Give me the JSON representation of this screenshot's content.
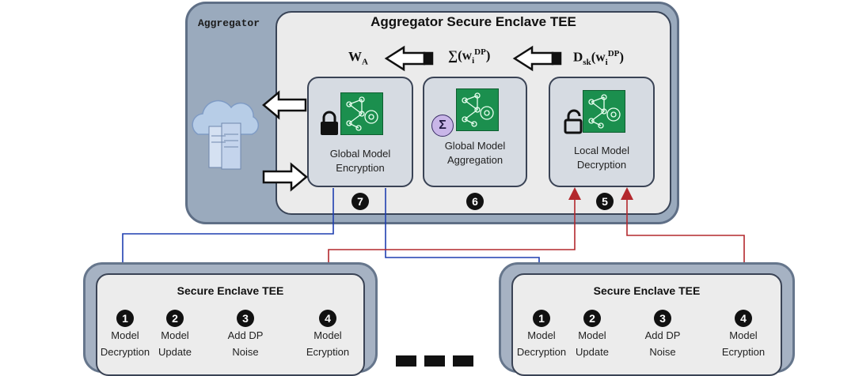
{
  "aggregator": {
    "label": "Aggregator",
    "enclave_title": "Aggregator Secure Enclave TEE",
    "formula_weights": {
      "main": "W",
      "sub": "A"
    },
    "formula_sum": {
      "prefix": "∑(w",
      "sub": "i",
      "sup": "DP",
      "suffix": ")"
    },
    "formula_decrypt": {
      "main": "D",
      "sub1": "sk",
      "mid": "(w",
      "sub2": "i",
      "sup": "DP",
      "suffix": ")"
    },
    "boxes": [
      {
        "label_line1": "Global Model",
        "label_line2": "Encryption",
        "step": "7"
      },
      {
        "label_line1": "Global Model",
        "label_line2": "Aggregation",
        "step": "6",
        "badge_symbol": "Σ"
      },
      {
        "label_line1": "Local Model",
        "label_line2": "Decryption",
        "step": "5"
      }
    ]
  },
  "clients": [
    {
      "title": "Secure Enclave TEE",
      "steps": [
        {
          "num": "1",
          "line1": "Model",
          "line2": "Decryption"
        },
        {
          "num": "2",
          "line1": "Model",
          "line2": "Update"
        },
        {
          "num": "3",
          "line1": "Add DP",
          "line2": "Noise"
        },
        {
          "num": "4",
          "line1": "Model",
          "line2": "Ecryption"
        }
      ]
    },
    {
      "title": "Secure Enclave TEE",
      "steps": [
        {
          "num": "1",
          "line1": "Model",
          "line2": "Decryption"
        },
        {
          "num": "2",
          "line1": "Model",
          "line2": "Update"
        },
        {
          "num": "3",
          "line1": "Add DP",
          "line2": "Noise"
        },
        {
          "num": "4",
          "line1": "Model",
          "line2": "Ecryption"
        }
      ]
    }
  ],
  "colors": {
    "down_arrow": "#1f3fb0",
    "up_arrow": "#b3282d",
    "icon_green": "#1b8f4e"
  }
}
